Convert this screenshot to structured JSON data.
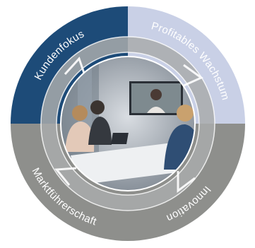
{
  "diagram": {
    "segments": [
      {
        "id": "kundenfokus",
        "label": "Kundenfokus",
        "color": "#1d4b78",
        "text_color": "#ffffff"
      },
      {
        "id": "wachstum",
        "label": "Profitables Wachstum",
        "color": "#c9d0e6",
        "text_color": "#ffffff"
      },
      {
        "id": "innovation",
        "label": "Innovation",
        "color": "#8e8f8c",
        "text_color": "#ffffff"
      },
      {
        "id": "markt",
        "label": "Marktführerschaft",
        "color": "#8e8f8c",
        "text_color": "#ffffff"
      }
    ],
    "cycle_arrow_color": "#a9abab",
    "center_photo": "video conference meeting in office"
  }
}
